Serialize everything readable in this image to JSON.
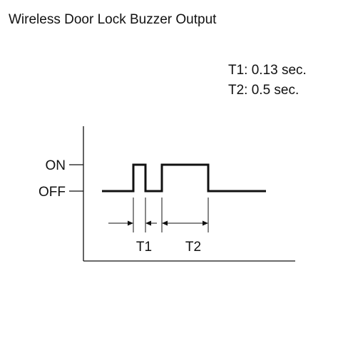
{
  "title": "Wireless Door Lock Buzzer Output",
  "legend": [
    "T1: 0.13 sec.",
    "T2: 0.5 sec."
  ],
  "diagram": {
    "levels": {
      "on": "ON",
      "off": "OFF"
    },
    "intervals": {
      "t1": "T1",
      "t2": "T2"
    }
  }
}
